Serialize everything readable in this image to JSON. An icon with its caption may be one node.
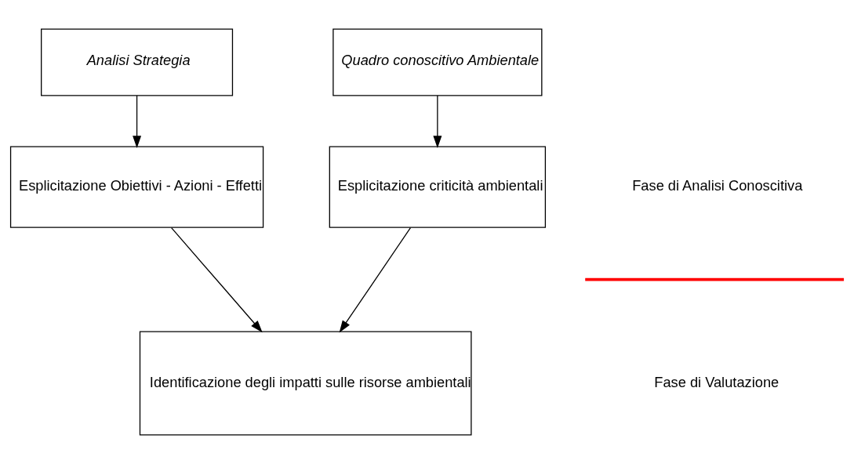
{
  "diagram": {
    "nodes": [
      {
        "text": [
          "Analisi Strategia"
        ]
      },
      {
        "text": [
          "Quadro conoscitivo Ambientale"
        ]
      },
      {
        "text": [
          "Esplicitazione Obiettivi - Azioni - Effetti"
        ]
      },
      {
        "text": [
          "Esplicitazione criticità ambientali"
        ]
      },
      {
        "text": [
          "Identificazione degli impatti sulle risorse ambientali"
        ]
      }
    ],
    "edges": [
      {
        "from": 0,
        "to": 2,
        "arrow": "to"
      },
      {
        "from": 1,
        "to": 3,
        "arrow": "to"
      },
      {
        "from": 2,
        "to": 4,
        "arrow": "to"
      },
      {
        "from": 3,
        "to": 4,
        "arrow": "to"
      }
    ],
    "labels": [
      "Fase di Analisi Conoscitiva",
      "Fase di Valutazione"
    ]
  }
}
